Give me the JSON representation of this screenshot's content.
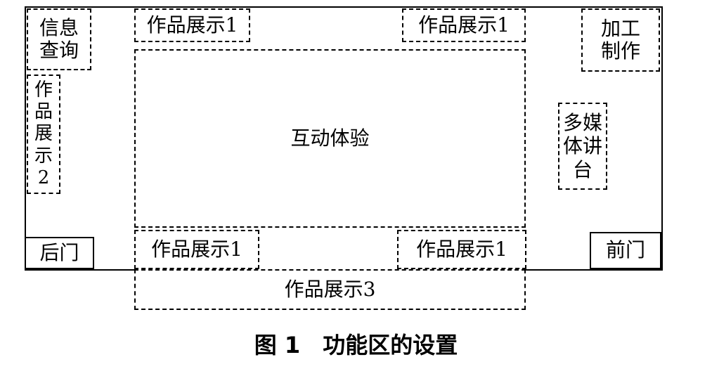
{
  "zones": {
    "info_query": "信息查询",
    "works_top_left": "作品展示1",
    "works_top_right": "作品展示1",
    "processing": "加工制作",
    "works_side": "作品展示2",
    "interactive": "互动体验",
    "multimedia": "多媒体讲台",
    "works_bottom_left": "作品展示1",
    "works_bottom_right": "作品展示1",
    "works_outside": "作品展示3",
    "back_door": "后门",
    "front_door": "前门"
  },
  "caption": "图 1　功能区的设置"
}
